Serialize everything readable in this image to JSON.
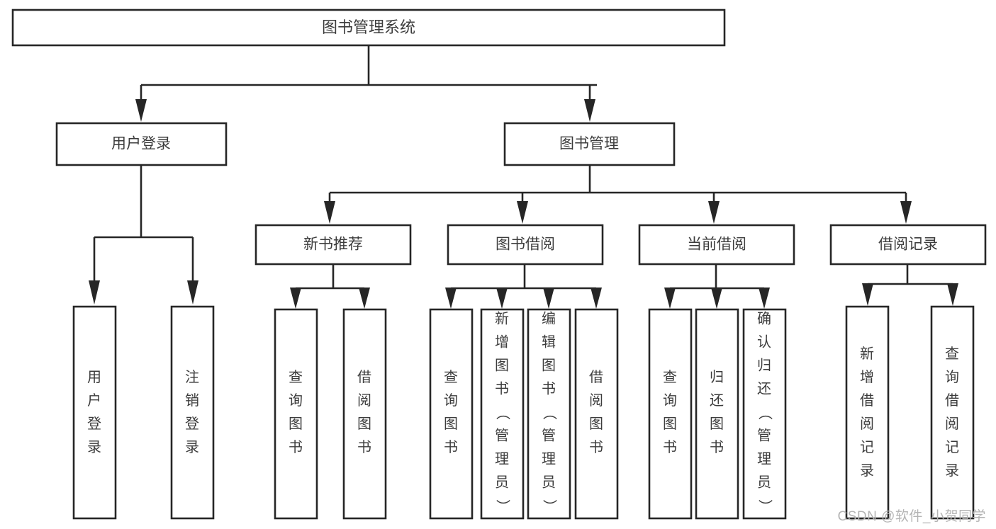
{
  "diagram": {
    "title": "图书管理系统",
    "type": "tree",
    "watermark": "CSDN @软件_小贺同学",
    "colors": {
      "box_stroke": "#262626",
      "box_fill": "#ffffff",
      "text": "#3c3c3c",
      "background": "#ffffff",
      "watermark": "#b4b4b4"
    },
    "root": {
      "label": "图书管理系统"
    },
    "level2": [
      {
        "label": "用户登录"
      },
      {
        "label": "图书管理"
      }
    ],
    "level3": [
      {
        "label": "新书推荐"
      },
      {
        "label": "图书借阅"
      },
      {
        "label": "当前借阅"
      },
      {
        "label": "借阅记录"
      }
    ],
    "leaves": {
      "user_login": [
        {
          "label": "用户登录"
        },
        {
          "label": "注销登录"
        }
      ],
      "new_book_recommend": [
        {
          "label": "查询图书"
        },
        {
          "label": "借阅图书"
        }
      ],
      "book_borrow": [
        {
          "label": "查询图书"
        },
        {
          "label": "新增图书（管理员）"
        },
        {
          "label": "编辑图书（管理员）"
        },
        {
          "label": "借阅图书"
        }
      ],
      "current_borrow": [
        {
          "label": "查询图书"
        },
        {
          "label": "归还图书"
        },
        {
          "label": "确认归还（管理员）"
        }
      ],
      "borrow_record": [
        {
          "label": "新增借阅记录"
        },
        {
          "label": "查询借阅记录"
        }
      ]
    }
  }
}
